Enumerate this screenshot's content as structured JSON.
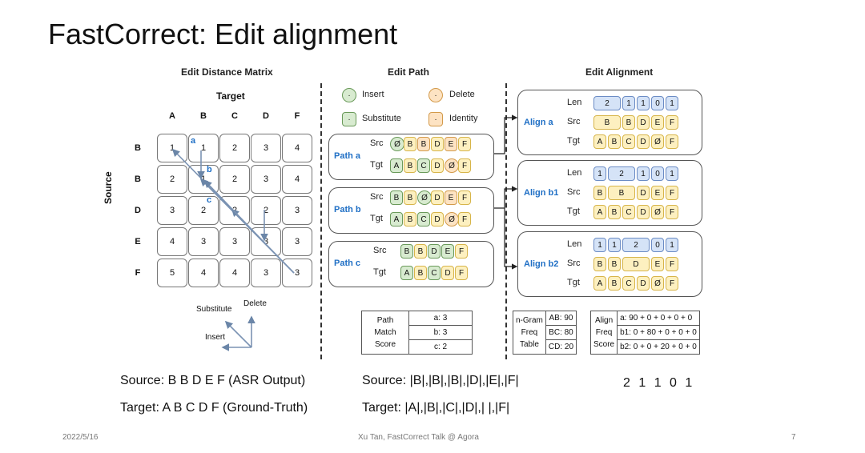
{
  "title": "FastCorrect: Edit alignment",
  "matrix": {
    "heading": "Edit Distance Matrix",
    "target_label": "Target",
    "source_label": "Source",
    "cols": [
      "A",
      "B",
      "C",
      "D",
      "F"
    ],
    "rows": [
      "B",
      "B",
      "D",
      "E",
      "F"
    ],
    "values": [
      [
        "1",
        "1",
        "2",
        "3",
        "4"
      ],
      [
        "2",
        "1",
        "2",
        "3",
        "4"
      ],
      [
        "3",
        "2",
        "2",
        "2",
        "3"
      ],
      [
        "4",
        "3",
        "3",
        "3",
        "3"
      ],
      [
        "5",
        "4",
        "4",
        "3",
        "3"
      ]
    ],
    "path_labels": [
      "a",
      "b",
      "c"
    ],
    "ops": [
      "Substitute",
      "Delete",
      "Insert"
    ]
  },
  "edit_path": {
    "heading": "Edit Path",
    "legend": [
      "Insert",
      "Delete",
      "Substitute",
      "Identity"
    ],
    "src_label": "Src",
    "tgt_label": "Tgt",
    "paths": [
      {
        "name": "Path a",
        "src": [
          "Ø",
          "B",
          "B",
          "D",
          "E",
          "F"
        ],
        "tgt": [
          "A",
          "B",
          "C",
          "D",
          "Ø",
          "F"
        ]
      },
      {
        "name": "Path b",
        "src": [
          "B",
          "B",
          "Ø",
          "D",
          "E",
          "F"
        ],
        "tgt": [
          "A",
          "B",
          "C",
          "D",
          "Ø",
          "F"
        ]
      },
      {
        "name": "Path c",
        "src": [
          "B",
          "B",
          "D",
          "E",
          "F"
        ],
        "tgt": [
          "A",
          "B",
          "C",
          "D",
          "F"
        ]
      }
    ],
    "score_table": {
      "label": [
        "Path",
        "Match",
        "Score"
      ],
      "rows": [
        "a: 3",
        "b: 3",
        "c: 2"
      ]
    }
  },
  "edit_alignment": {
    "heading": "Edit Alignment",
    "len_label": "Len",
    "src_label": "Src",
    "tgt_label": "Tgt",
    "aligns": [
      {
        "name": "Align a",
        "len": [
          "2",
          "1",
          "1",
          "0",
          "1"
        ],
        "src": [
          "B",
          "B",
          "D",
          "E",
          "F"
        ],
        "tgt": [
          "A",
          "B",
          "C",
          "D",
          "Ø",
          "F"
        ]
      },
      {
        "name": "Align b1",
        "len": [
          "1",
          "2",
          "1",
          "0",
          "1"
        ],
        "src": [
          "B",
          "B",
          "D",
          "E",
          "F"
        ],
        "tgt": [
          "A",
          "B",
          "C",
          "D",
          "Ø",
          "F"
        ]
      },
      {
        "name": "Align b2",
        "len": [
          "1",
          "1",
          "2",
          "0",
          "1"
        ],
        "src": [
          "B",
          "B",
          "D",
          "E",
          "F"
        ],
        "tgt": [
          "A",
          "B",
          "C",
          "D",
          "Ø",
          "F"
        ]
      }
    ],
    "ngram_table": {
      "label": [
        "n-Gram",
        "Freq",
        "Table"
      ],
      "rows": [
        "AB: 90",
        "BC: 80",
        "CD: 20"
      ]
    },
    "align_score_table": {
      "label": [
        "Align",
        "Freq",
        "Score"
      ],
      "rows": [
        "a: 90 + 0 + 0 + 0 + 0",
        "b1: 0 + 80 + 0 + 0 + 0",
        "b2: 0 + 0 + 20 + 0 + 0"
      ]
    }
  },
  "bottom": {
    "source_left": "Source:  B B D E F (ASR Output)",
    "target_left": "Target:   A B C D F (Ground-Truth)",
    "source_mid": "Source:  |B|,|B|,|B|,|D|,|E|,|F|",
    "target_mid": "Target:  |A|,|B|,|C|,|D|,|  |,|F|",
    "durations": "2 1 1 0 1"
  },
  "footer": {
    "date": "2022/5/16",
    "credit": "Xu Tan, FastCorrect Talk @ Agora",
    "page": "7"
  },
  "colors": {
    "accent_blue": "#1f6fc5",
    "insert": "#d8ebd0",
    "delete": "#fde3c3",
    "identity": "#fdf0c0",
    "length": "#d5e3f7"
  }
}
